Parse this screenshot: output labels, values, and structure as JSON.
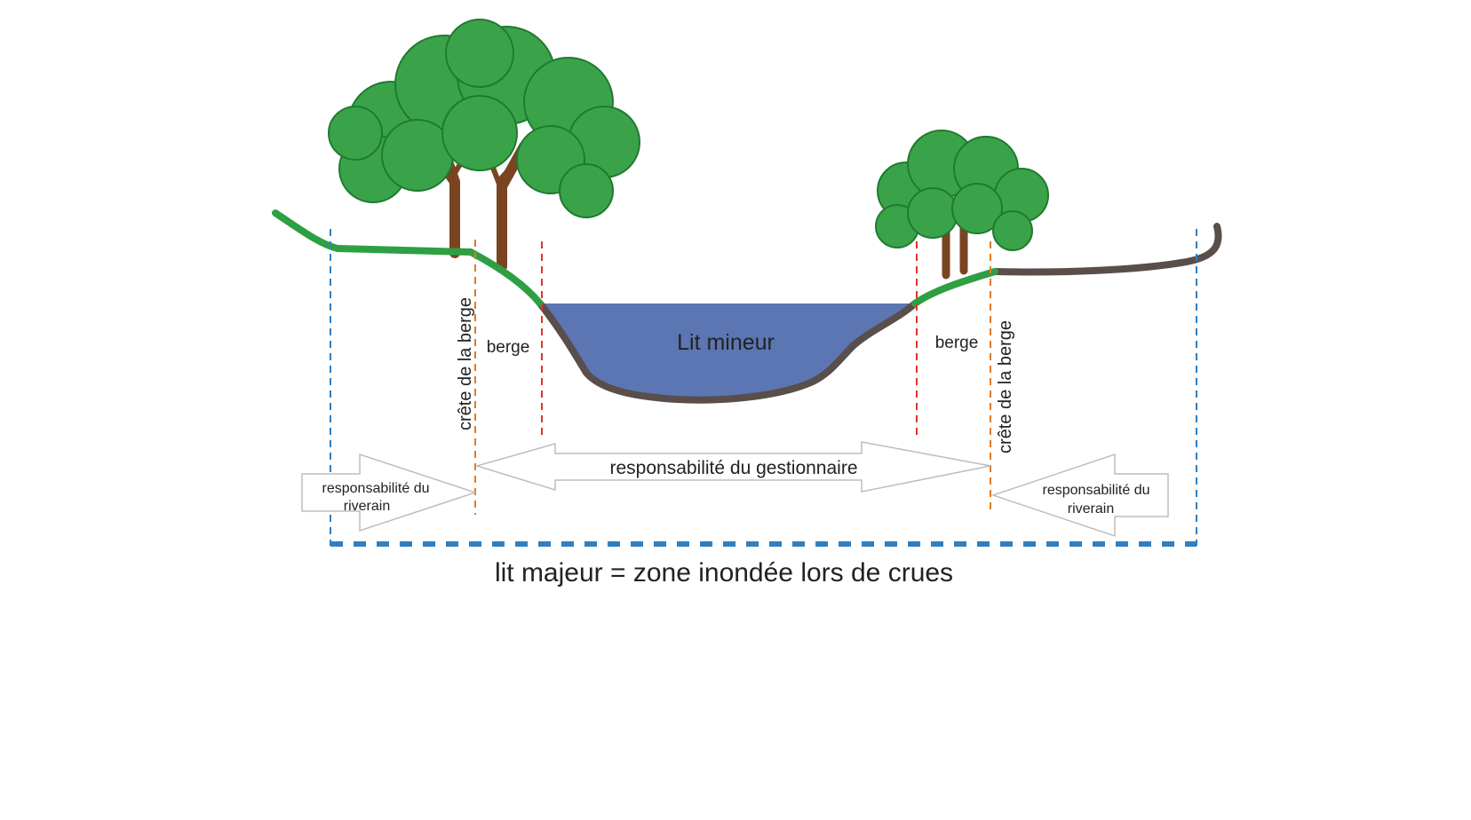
{
  "labels": {
    "lit_mineur": "Lit mineur",
    "berge_left": "berge",
    "berge_right": "berge",
    "crete_left": "crête de la berge",
    "crete_right": "crête de la berge",
    "resp_gestionnaire": "responsabilité du gestionnaire",
    "resp_riverain_left_line1": "responsabilité du",
    "resp_riverain_left_line2": "riverain",
    "resp_riverain_right_line1": "responsabilité du",
    "resp_riverain_right_line2": "riverain",
    "lit_majeur": "lit majeur = zone inondée lors de crues"
  },
  "colors": {
    "water": "#5b76b2",
    "riverbed": "#5a4e4a",
    "grass": "#2ea043",
    "foliage": "#3aa34a",
    "foliage_dark": "#1f7a30",
    "trunk": "#7a4420",
    "crest_line": "#e07b22",
    "bank_line": "#e0342a",
    "floodplain_line": "#2f7fc1",
    "arrow_stroke": "#bdbdbd"
  },
  "icons": {
    "tree_left": "tree-icon",
    "tree_right": "tree-icon"
  }
}
